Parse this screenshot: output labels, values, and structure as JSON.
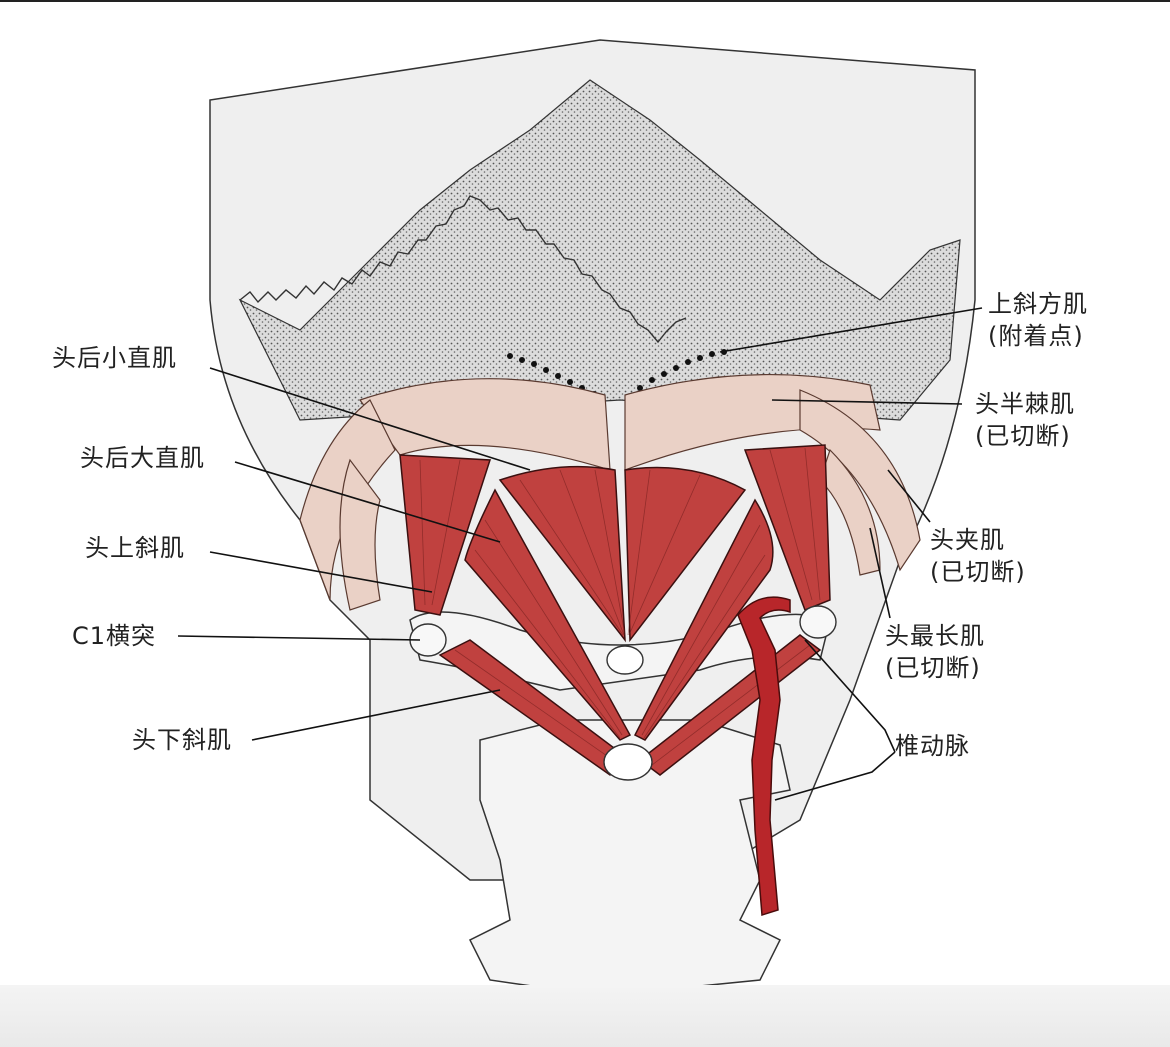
{
  "labels": {
    "rectus_capitis_posterior_minor": "头后小直肌",
    "rectus_capitis_posterior_major": "头后大直肌",
    "obliquus_capitis_superior": "头上斜肌",
    "c1_transverse_process": "C1横突",
    "obliquus_capitis_inferior": "头下斜肌",
    "trapezius_upper_line1": "上斜方肌",
    "trapezius_upper_line2": "(附着点)",
    "semispinalis_line1": "头半棘肌",
    "semispinalis_line2": "(已切断)",
    "splenius_line1": "头夹肌",
    "splenius_line2": "(已切断)",
    "longissimus_line1": "头最长肌",
    "longissimus_line2": "(已切断)",
    "vertebral_artery": "椎动脉"
  },
  "colors": {
    "muscle": "#c0413f",
    "tendon": "#ead1c6",
    "bone": "#f4f4f4",
    "artery": "#b8262a"
  }
}
